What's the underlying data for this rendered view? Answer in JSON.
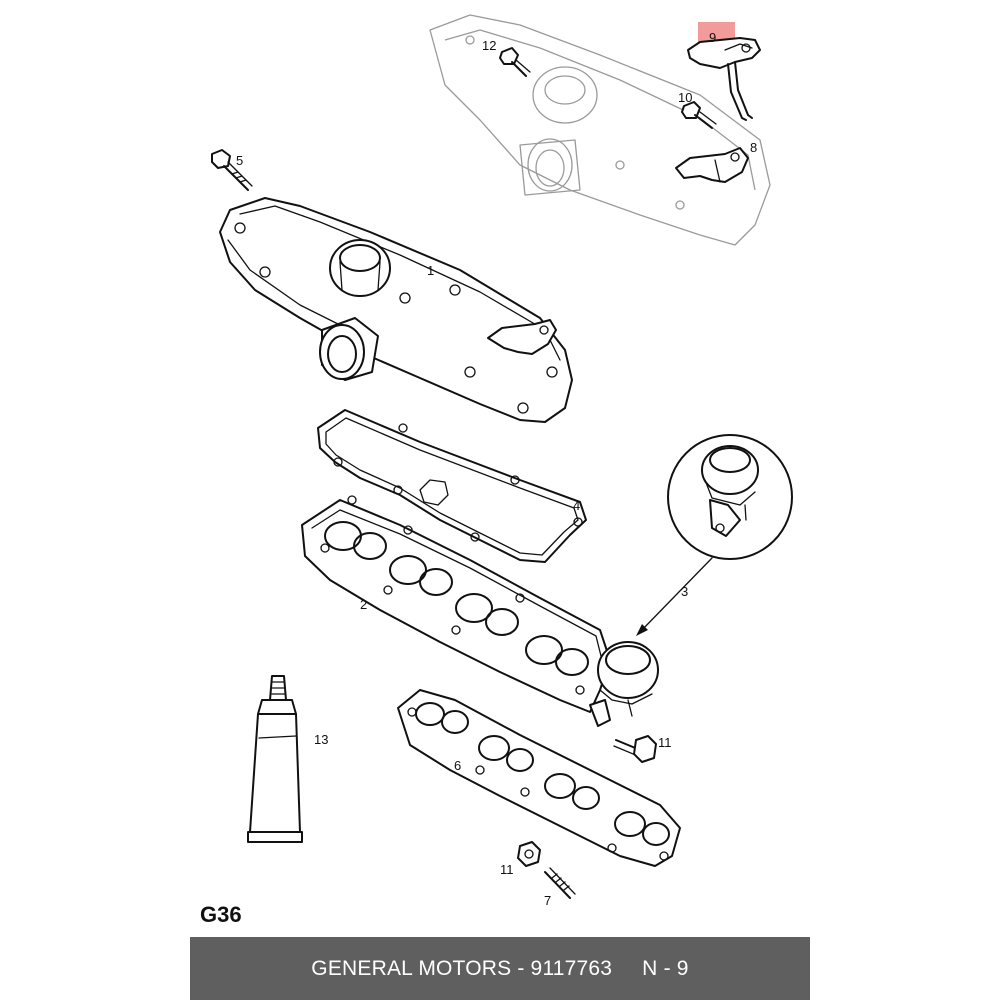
{
  "diagram": {
    "page_code": "G36",
    "callouts": {
      "c1": "1",
      "c2": "2",
      "c3": "3",
      "c4": "4",
      "c5": "5",
      "c6": "6",
      "c7": "7",
      "c8": "8",
      "c9": "9",
      "c10": "10",
      "c11a": "11",
      "c11b": "11",
      "c12": "12",
      "c13": "13"
    },
    "highlight_color": "#f08a8a"
  },
  "footer": {
    "part_text": "GENERAL MOTORS - 9117763",
    "position_text": "N - 9"
  }
}
